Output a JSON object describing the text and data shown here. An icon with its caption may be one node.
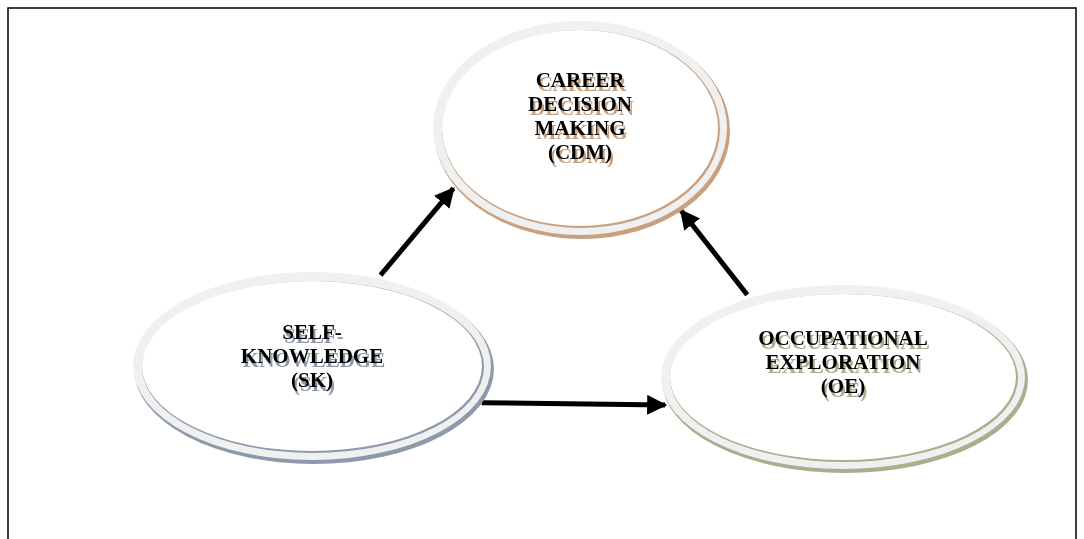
{
  "diagram": {
    "nodes": [
      {
        "text": [
          "CAREER DECISION MAKING (CDM)"
        ]
      },
      {
        "text": [
          "SELF- KNOWLEDGE (SK)"
        ]
      },
      {
        "text": [
          "OCCUPATIONAL EXPLORATION (OE)"
        ]
      }
    ],
    "edges": [
      {
        "from": 1,
        "to": 0,
        "arrow": "to"
      },
      {
        "from": 2,
        "to": 0,
        "arrow": "to"
      },
      {
        "from": 1,
        "to": 2,
        "arrow": "to"
      }
    ]
  }
}
